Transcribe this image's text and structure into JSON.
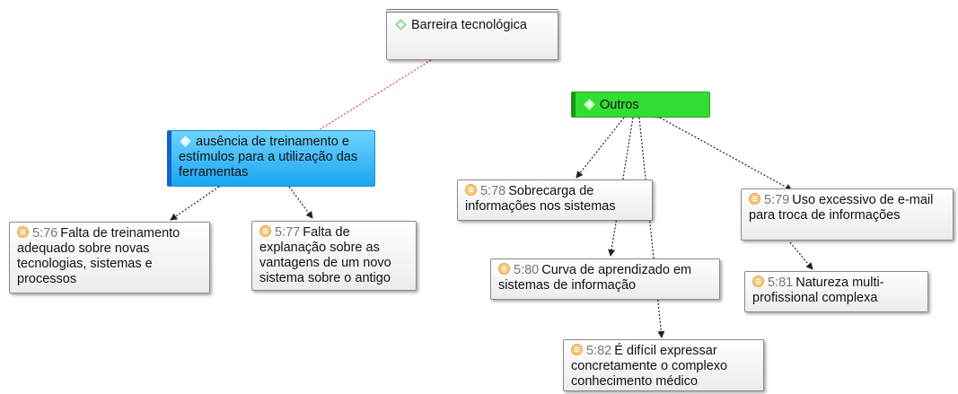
{
  "colors": {
    "link_dashed": "#222222",
    "link_red_dotted": "#e04040",
    "code_node_blue": "#1aa6f0",
    "code_node_green": "#33dd33",
    "quote_icon": "#f7c97a"
  },
  "nodes": {
    "barreira": {
      "label": "Barreira tecnológica",
      "icon": "diamond-outline-icon"
    },
    "ausencia": {
      "label": "ausência de treinamento e estímulos para a utilização das ferramentas",
      "icon": "diamond-icon"
    },
    "outros": {
      "label": "Outros",
      "icon": "diamond-icon"
    },
    "q576": {
      "id": "5:76",
      "text": "Falta de treinamento adequado sobre novas tecnologias, sistemas e processos",
      "icon": "quote-icon"
    },
    "q577": {
      "id": "5:77",
      "text": "Falta de explanação sobre as vantagens de um novo sistema sobre o antigo",
      "icon": "quote-icon"
    },
    "q578": {
      "id": "5:78",
      "text": "Sobrecarga de informações nos sistemas",
      "icon": "quote-icon"
    },
    "q579": {
      "id": "5:79",
      "text": "Uso excessivo de e-mail para troca de informações",
      "icon": "quote-icon"
    },
    "q580": {
      "id": "5:80",
      "text": "Curva de aprendizado em sistemas de informação",
      "icon": "quote-icon"
    },
    "q581": {
      "id": "5:81",
      "text": "Natureza multi-profissional complexa",
      "icon": "quote-icon"
    },
    "q582": {
      "id": "5:82",
      "text": "É difícil expressar concretamente o complexo conhecimento médico",
      "icon": "quote-icon"
    }
  }
}
